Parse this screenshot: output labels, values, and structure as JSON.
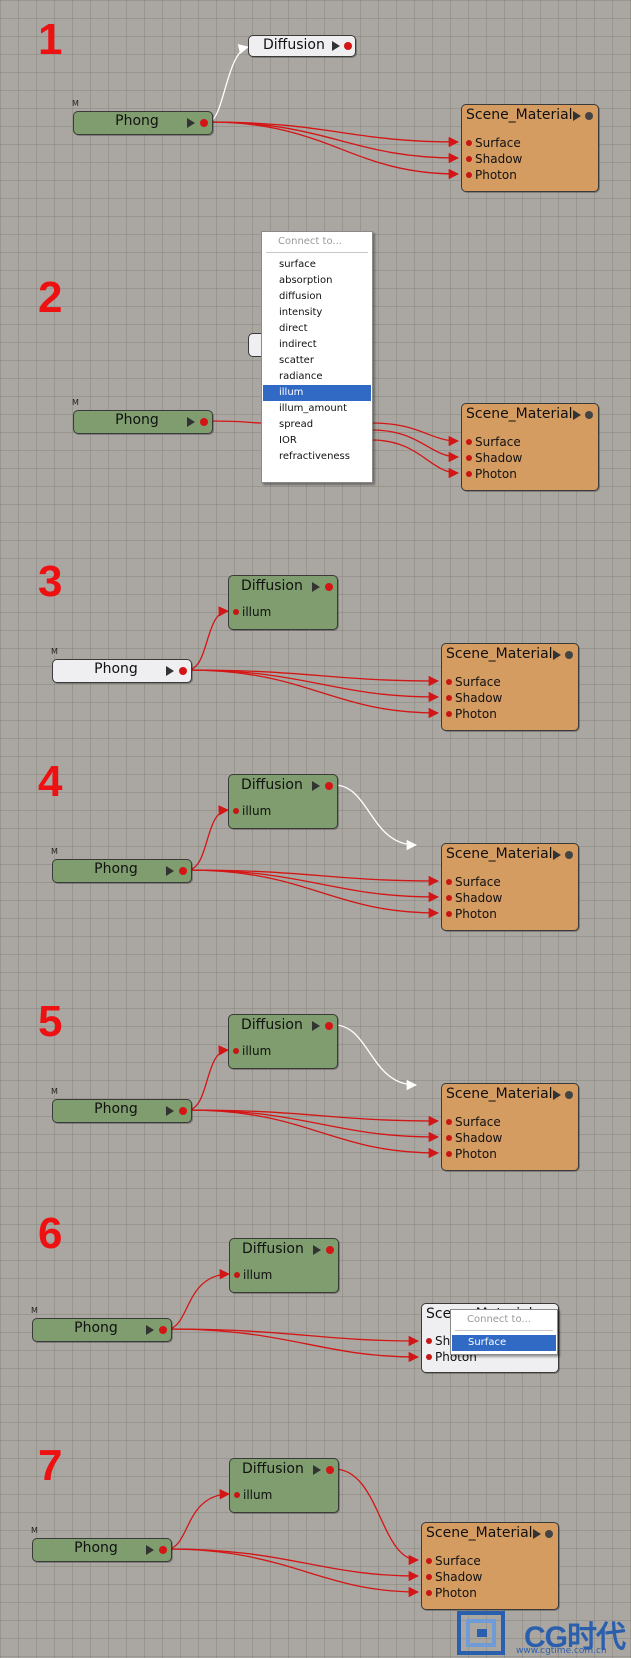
{
  "steps": [
    "1",
    "2",
    "3",
    "4",
    "5",
    "6",
    "7"
  ],
  "node_labels": {
    "phong": "Phong",
    "diffusion": "Diffusion",
    "scene_material": "Scene_Material",
    "m_tag": "M"
  },
  "ports": {
    "surface": "Surface",
    "shadow": "Shadow",
    "photon": "Photon",
    "illum": "illum"
  },
  "step2_menu": {
    "header": "Connect to...",
    "items": [
      "surface",
      "absorption",
      "diffusion",
      "intensity",
      "direct",
      "indirect",
      "scatter",
      "radiance",
      "illum",
      "illum_amount",
      "spread",
      "IOR",
      "refractiveness"
    ],
    "selected": "illum"
  },
  "step6": {
    "partial_title": "Scene_Material",
    "partial_shadow": "Shadow",
    "partial_photon": "Photon",
    "menu_header": "Connect to...",
    "menu_item": "Surface"
  },
  "watermark": {
    "brand": "CG时代",
    "url": "www.cgtime.com.cn"
  },
  "colors": {
    "canvas": "#aaa7a2",
    "node_green": "#7f9d6e",
    "node_orange": "#d59c62",
    "node_selected": "#efeef0",
    "wire": "#d41515",
    "wire_drag": "#ffffff",
    "menu_highlight": "#316ac5",
    "step_number": "#ee1111"
  },
  "icons": [
    "output-triangle-icon",
    "output-dot-icon",
    "input-dot-icon",
    "arrow-head-icon"
  ]
}
